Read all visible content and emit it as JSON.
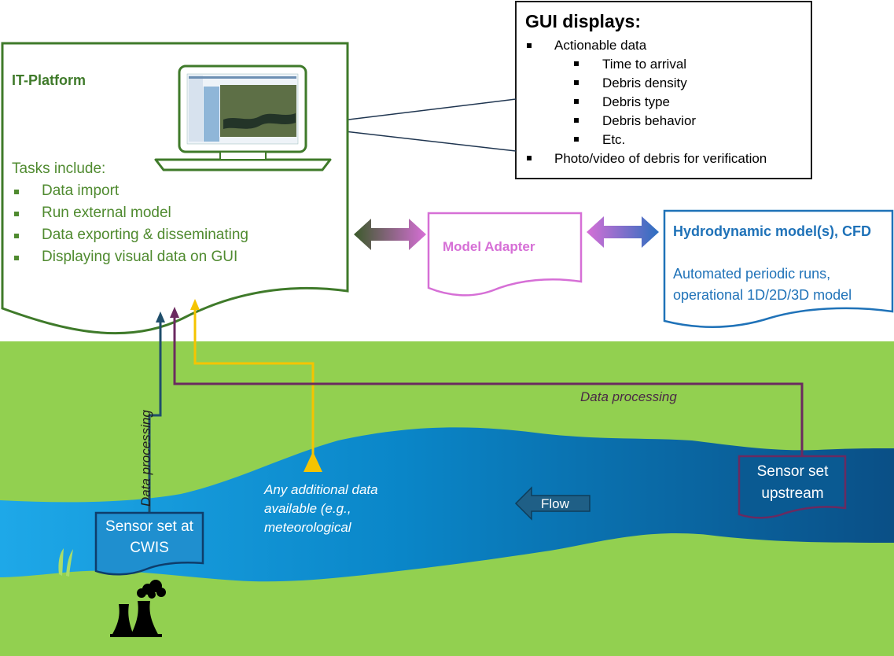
{
  "colors": {
    "green_ground": "#92d050",
    "it_border": "#3f7a2a",
    "model_adapter": "#d66fd6",
    "hydro_blue": "#1f72b8",
    "yellow_link": "#f5c400",
    "purple_link": "#6b2a60",
    "teal_link": "#1f4e6b"
  },
  "gui_box": {
    "title": "GUI displays:",
    "items": [
      "Actionable data",
      "Photo/video of debris for verification"
    ],
    "subitems": [
      "Time to arrival",
      "Debris density",
      "Debris type",
      "Debris behavior",
      "Etc."
    ]
  },
  "it_platform": {
    "title": "IT-Platform",
    "tasks_heading": "Tasks include:",
    "tasks": [
      "Data import",
      "Run external model",
      "Data exporting & disseminating",
      "Displaying visual data on GUI"
    ]
  },
  "model_adapter": {
    "label": "Model Adapter"
  },
  "hydro_box": {
    "title": "Hydrodynamic model(s), CFD",
    "body": "Automated periodic runs, operational 1D/2D/3D model"
  },
  "labels": {
    "data_processing_upper": "Data processing",
    "data_processing_vertical": "Data processing",
    "additional_data": "Any additional data available (e.g., meteorological",
    "flow": "Flow",
    "sensor_cwis": "Sensor set at CWIS",
    "sensor_upstream": "Sensor set upstream"
  },
  "icons": {
    "laptop": "laptop-icon",
    "power_plant": "power-plant-icon",
    "reeds": "reeds-icon"
  }
}
